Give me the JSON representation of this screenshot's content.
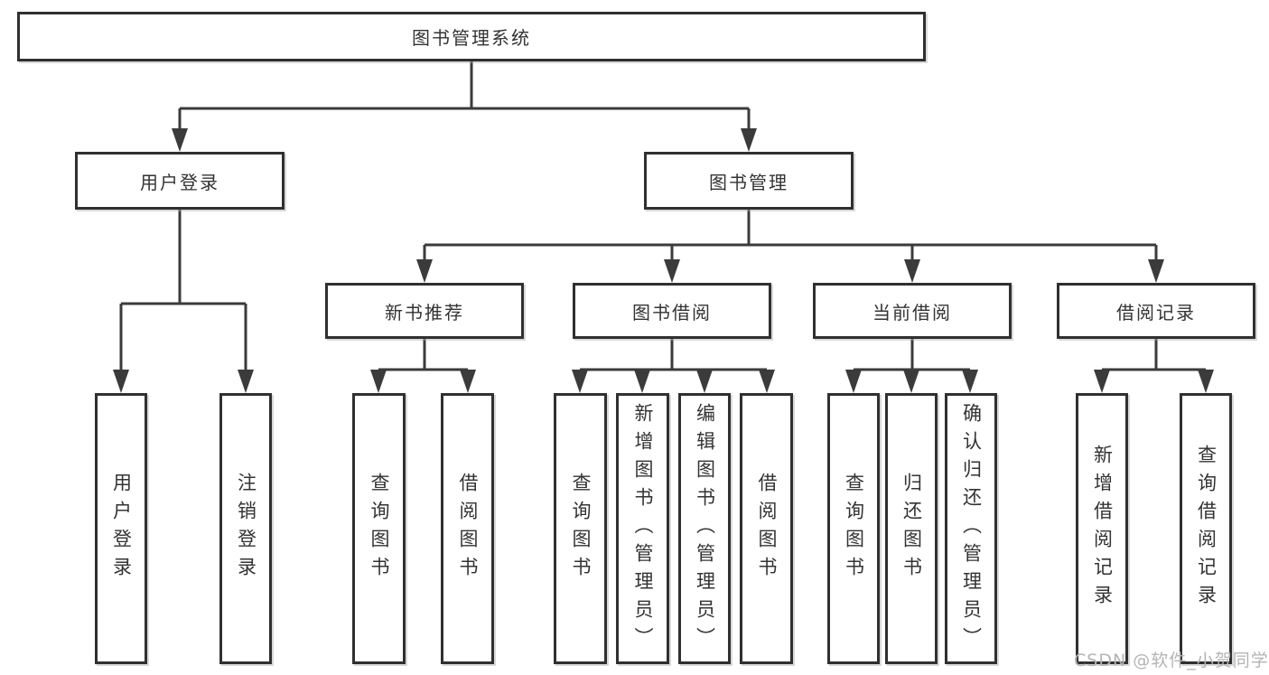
{
  "diagram_title": "图书管理系统",
  "tree": {
    "label": "图书管理系统",
    "children": [
      {
        "label": "用户登录",
        "children": [
          {
            "label": "用户登录"
          },
          {
            "label": "注销登录"
          }
        ]
      },
      {
        "label": "图书管理",
        "children": [
          {
            "label": "新书推荐",
            "children": [
              {
                "label": "查询图书"
              },
              {
                "label": "借阅图书"
              }
            ]
          },
          {
            "label": "图书借阅",
            "children": [
              {
                "label": "查询图书"
              },
              {
                "label": "新增图书（管理员）"
              },
              {
                "label": "编辑图书（管理员）"
              },
              {
                "label": "借阅图书"
              }
            ]
          },
          {
            "label": "当前借阅",
            "children": [
              {
                "label": "查询图书"
              },
              {
                "label": "归还图书"
              },
              {
                "label": "确认归还（管理员）"
              }
            ]
          },
          {
            "label": "借阅记录",
            "children": [
              {
                "label": "新增借阅记录"
              },
              {
                "label": "查询借阅记录"
              }
            ]
          }
        ]
      }
    ]
  },
  "watermark": {
    "text": "CSDN @软件_小贺同学"
  },
  "colors": {
    "background": "#ffffff",
    "box_fill": "#ffffff",
    "box_border": "#303030",
    "line": "#3b3b3b",
    "text": "#333333",
    "watermark": "#b4b4b4"
  }
}
